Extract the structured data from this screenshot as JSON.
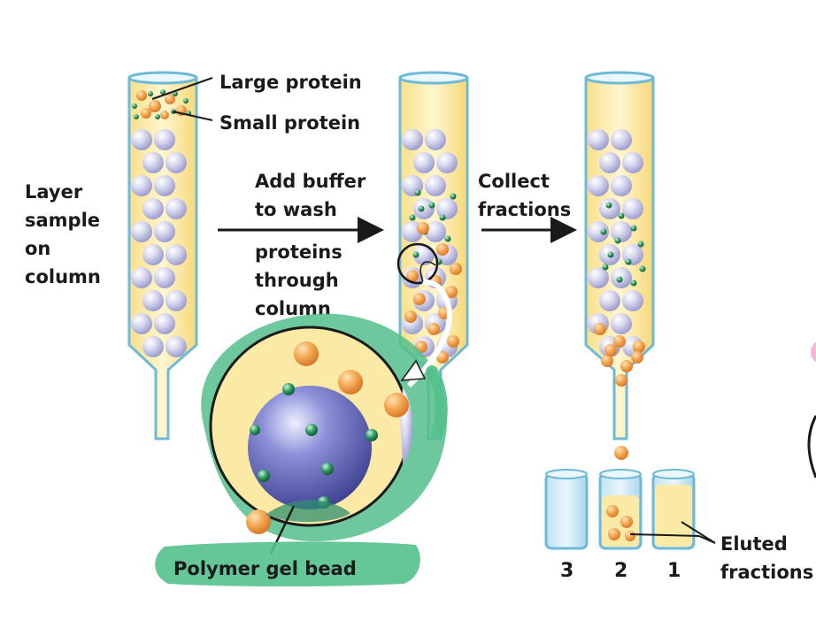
{
  "labels": {
    "large_protein": "Large protein",
    "small_protein": "Small protein",
    "step1": [
      "Layer",
      "sample",
      "on",
      "column"
    ],
    "step2a": [
      "Add buffer",
      "to wash"
    ],
    "step2b": [
      "proteins",
      "through",
      "column"
    ],
    "step3": [
      "Collect",
      "fractions"
    ],
    "bead": "Polymer gel bead",
    "eluted": [
      "Eluted",
      "fractions"
    ],
    "tube_numbers": [
      "3",
      "2",
      "1"
    ]
  },
  "colors": {
    "buffer": "#fbe9a6",
    "column_edge": "#6fb9d8",
    "bead": "#cfcfea",
    "large_protein": "#f0a04b",
    "small_protein": "#2f8f5b",
    "highlight": "#54c08c"
  }
}
